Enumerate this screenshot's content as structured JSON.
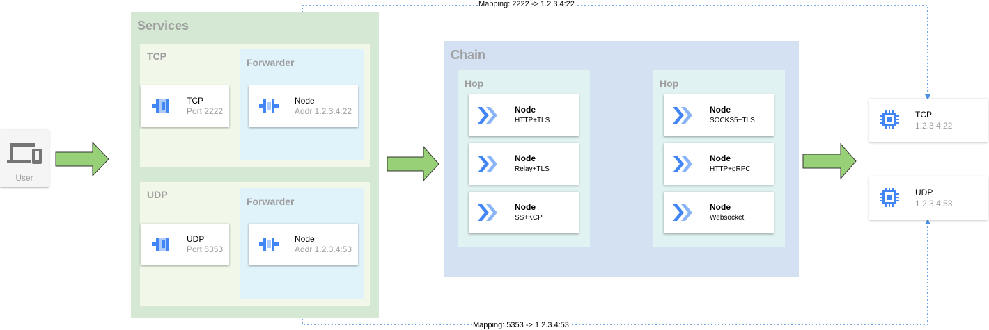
{
  "user": {
    "label": "User"
  },
  "services": {
    "title": "Services",
    "tcp": {
      "title": "TCP",
      "service": {
        "name": "TCP",
        "detail": "Port 2222"
      },
      "forwarder": {
        "title": "Forwarder",
        "node": {
          "name": "Node",
          "detail": "Addr 1.2.3.4:22"
        }
      }
    },
    "udp": {
      "title": "UDP",
      "service": {
        "name": "UDP",
        "detail": "Port 5353"
      },
      "forwarder": {
        "title": "Forwarder",
        "node": {
          "name": "Node",
          "detail": "Addr 1.2.3.4:53"
        }
      }
    }
  },
  "chain": {
    "title": "Chain",
    "hops": [
      {
        "title": "Hop",
        "nodes": [
          {
            "name": "Node",
            "protocol": "HTTP+TLS"
          },
          {
            "name": "Node",
            "protocol": "Relay+TLS"
          },
          {
            "name": "Node",
            "protocol": "SS+KCP"
          }
        ]
      },
      {
        "title": "Hop",
        "nodes": [
          {
            "name": "Node",
            "protocol": "SOCKS5+TLS"
          },
          {
            "name": "Node",
            "protocol": "HTTP+gRPC"
          },
          {
            "name": "Node",
            "protocol": "Websocket"
          }
        ]
      }
    ]
  },
  "targets": {
    "tcp": {
      "name": "TCP",
      "addr": "1.2.3.4:22"
    },
    "udp": {
      "name": "UDP",
      "addr": "1.2.3.4:53"
    }
  },
  "mappings": {
    "tcp": "Mapping: 2222 -> 1.2.3.4:22",
    "udp": "Mapping: 5353 -> 1.2.3.4:53"
  },
  "colors": {
    "services_bg": "#d4e8d4",
    "service_box_bg": "#f1f8e9",
    "forwarder_bg": "#e0f3fb",
    "chain_bg": "#d3e1f3",
    "hop_bg": "#e0f2f1",
    "arrow_fill": "#97d077",
    "icon_blue": "#4285f4",
    "mapping_line": "#4a90e2"
  }
}
